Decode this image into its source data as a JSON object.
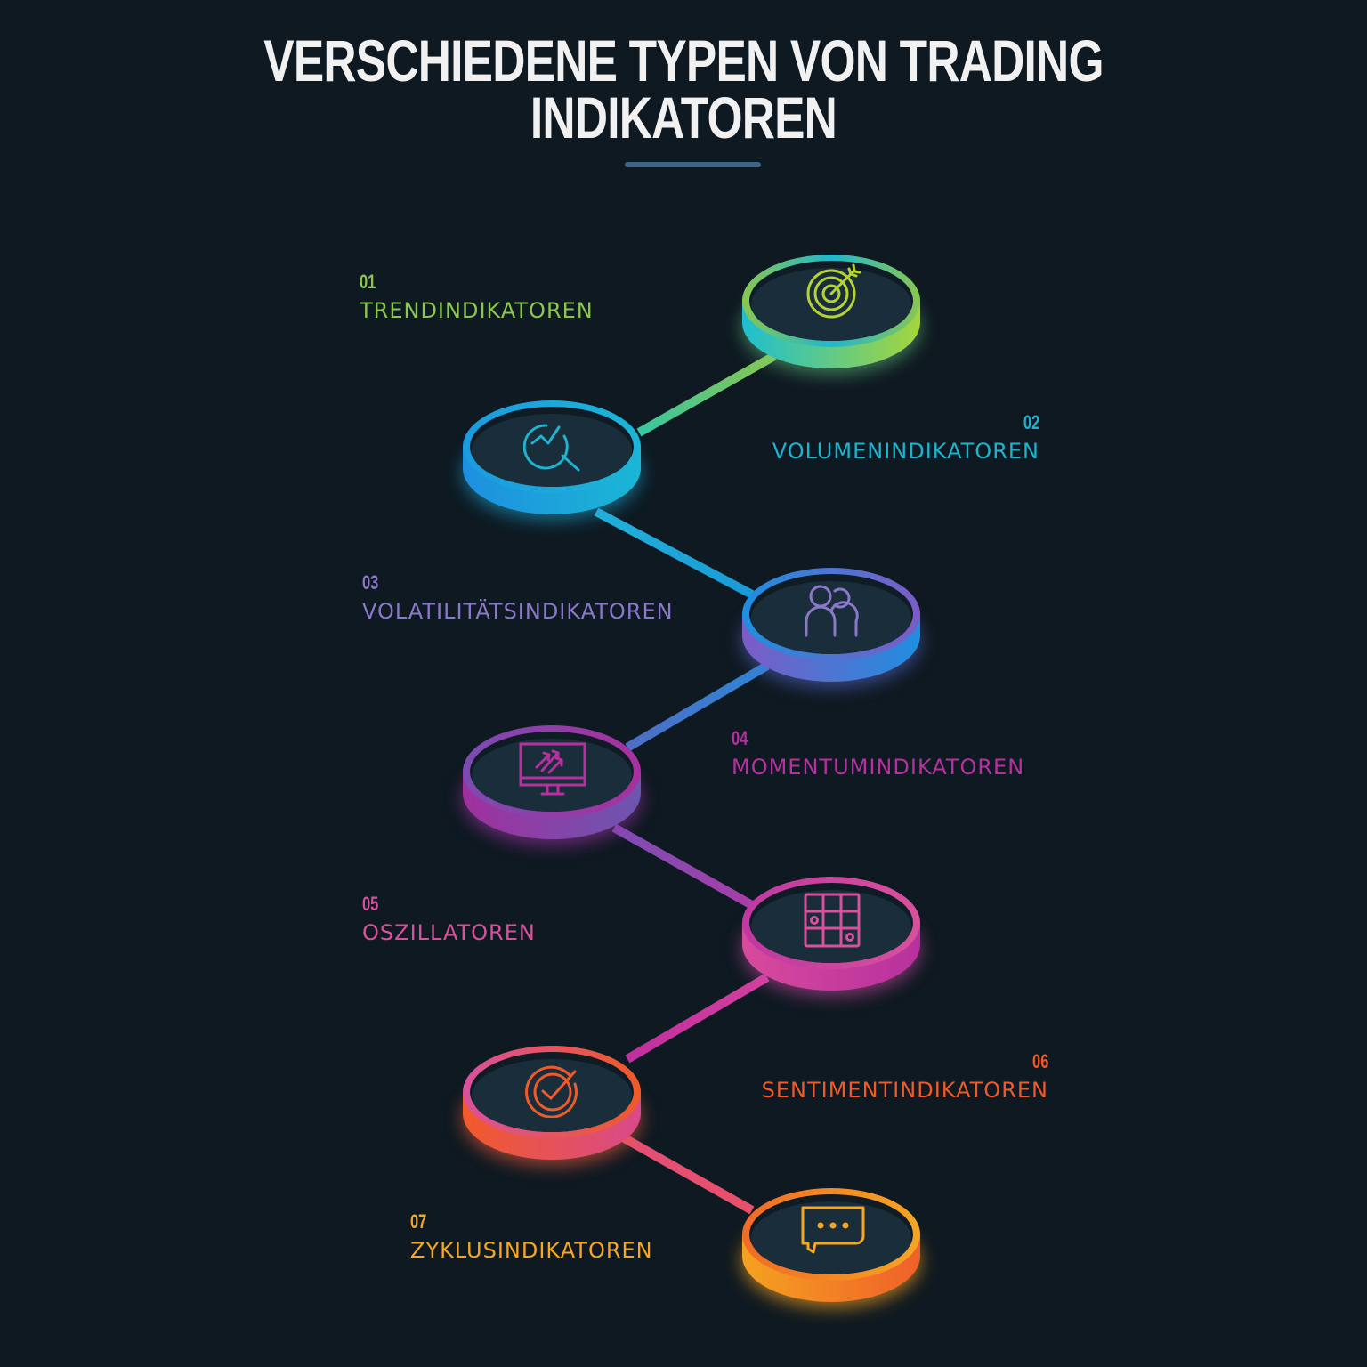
{
  "header": {
    "title_line1": "VERSCHIEDENE TYPEN VON TRADING",
    "title_line2": "INDIKATOREN",
    "underline_color": "#3e6585"
  },
  "items": [
    {
      "num": "01",
      "name": "TRENDINDIKATOREN",
      "color": "#8ac650",
      "icon": "target-arrow-icon"
    },
    {
      "num": "02",
      "name": "VOLUMENINDIKATOREN",
      "color": "#1fb3cf",
      "icon": "magnifier-chart-icon"
    },
    {
      "num": "03",
      "name": "VOLATILITÄTSINDIKATOREN",
      "color": "#8a78c8",
      "icon": "users-icon"
    },
    {
      "num": "04",
      "name": "MOMENTUMINDIKATOREN",
      "color": "#b4319e",
      "icon": "monitor-arrows-icon"
    },
    {
      "num": "05",
      "name": "OSZILLATOREN",
      "color": "#d8519c",
      "icon": "grid-icon"
    },
    {
      "num": "06",
      "name": "SENTIMENTINDIKATOREN",
      "color": "#f05a28",
      "icon": "check-circle-icon"
    },
    {
      "num": "07",
      "name": "ZYKLUSINDIKATOREN",
      "color": "#f5a623",
      "icon": "chat-bubble-icon"
    }
  ]
}
